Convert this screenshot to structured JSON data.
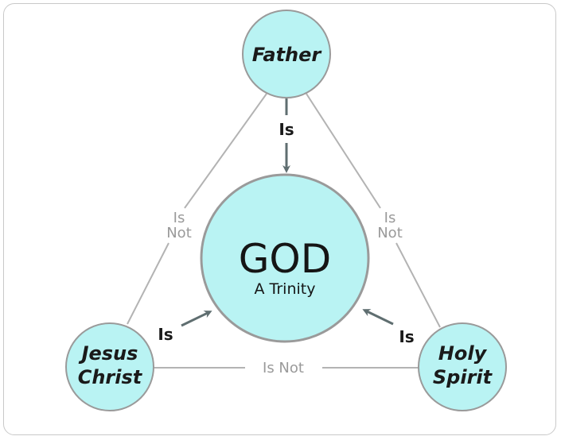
{
  "center": {
    "title": "GOD",
    "subtitle": "A Trinity"
  },
  "nodes": {
    "father": {
      "label": "Father"
    },
    "jesus": {
      "line1": "Jesus",
      "line2": "Christ"
    },
    "spirit": {
      "line1": "Holy",
      "line2": "Spirit"
    }
  },
  "relations": {
    "is": "Is",
    "is_not_line1": "Is",
    "is_not_line2": "Not",
    "is_not": "Is Not"
  },
  "colors": {
    "node_fill": "#b9f3f3",
    "node_stroke": "#9a9a9a",
    "arrow": "#5f6e70",
    "line": "#b3b3b3"
  }
}
